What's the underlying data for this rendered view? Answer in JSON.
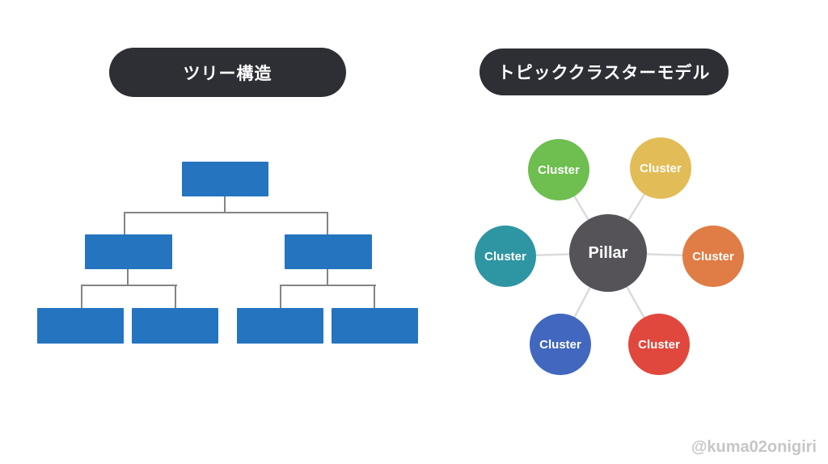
{
  "canvas": {
    "background": "#FFFFFF",
    "watermark": "@kuma02onigiri",
    "watermark_color": "#C6C6C6"
  },
  "left_section": {
    "title": "ツリー構造",
    "title_bg": "#2E2F35",
    "title_color": "#FFFFFF",
    "tree": {
      "node_color": "#2474C0",
      "line_color": "#848484",
      "levels": 3,
      "node_count": 7,
      "structure": "root > 2 branches > 2 leaves each"
    }
  },
  "right_section": {
    "title": "トピッククラスターモデル",
    "title_bg": "#2E2F35",
    "title_color": "#FFFFFF",
    "cluster_model": {
      "pillar": {
        "label": "Pillar",
        "color": "#555258"
      },
      "connector_color": "#DBDBDB",
      "clusters": [
        {
          "label": "Cluster",
          "color": "#6EBE50",
          "position": "top-left"
        },
        {
          "label": "Cluster",
          "color": "#E2BC56",
          "position": "top-right"
        },
        {
          "label": "Cluster",
          "color": "#2E96A2",
          "position": "left"
        },
        {
          "label": "Cluster",
          "color": "#E07C45",
          "position": "right"
        },
        {
          "label": "Cluster",
          "color": "#4168BE",
          "position": "bottom-left"
        },
        {
          "label": "Cluster",
          "color": "#E0483E",
          "position": "bottom-right"
        }
      ]
    }
  }
}
